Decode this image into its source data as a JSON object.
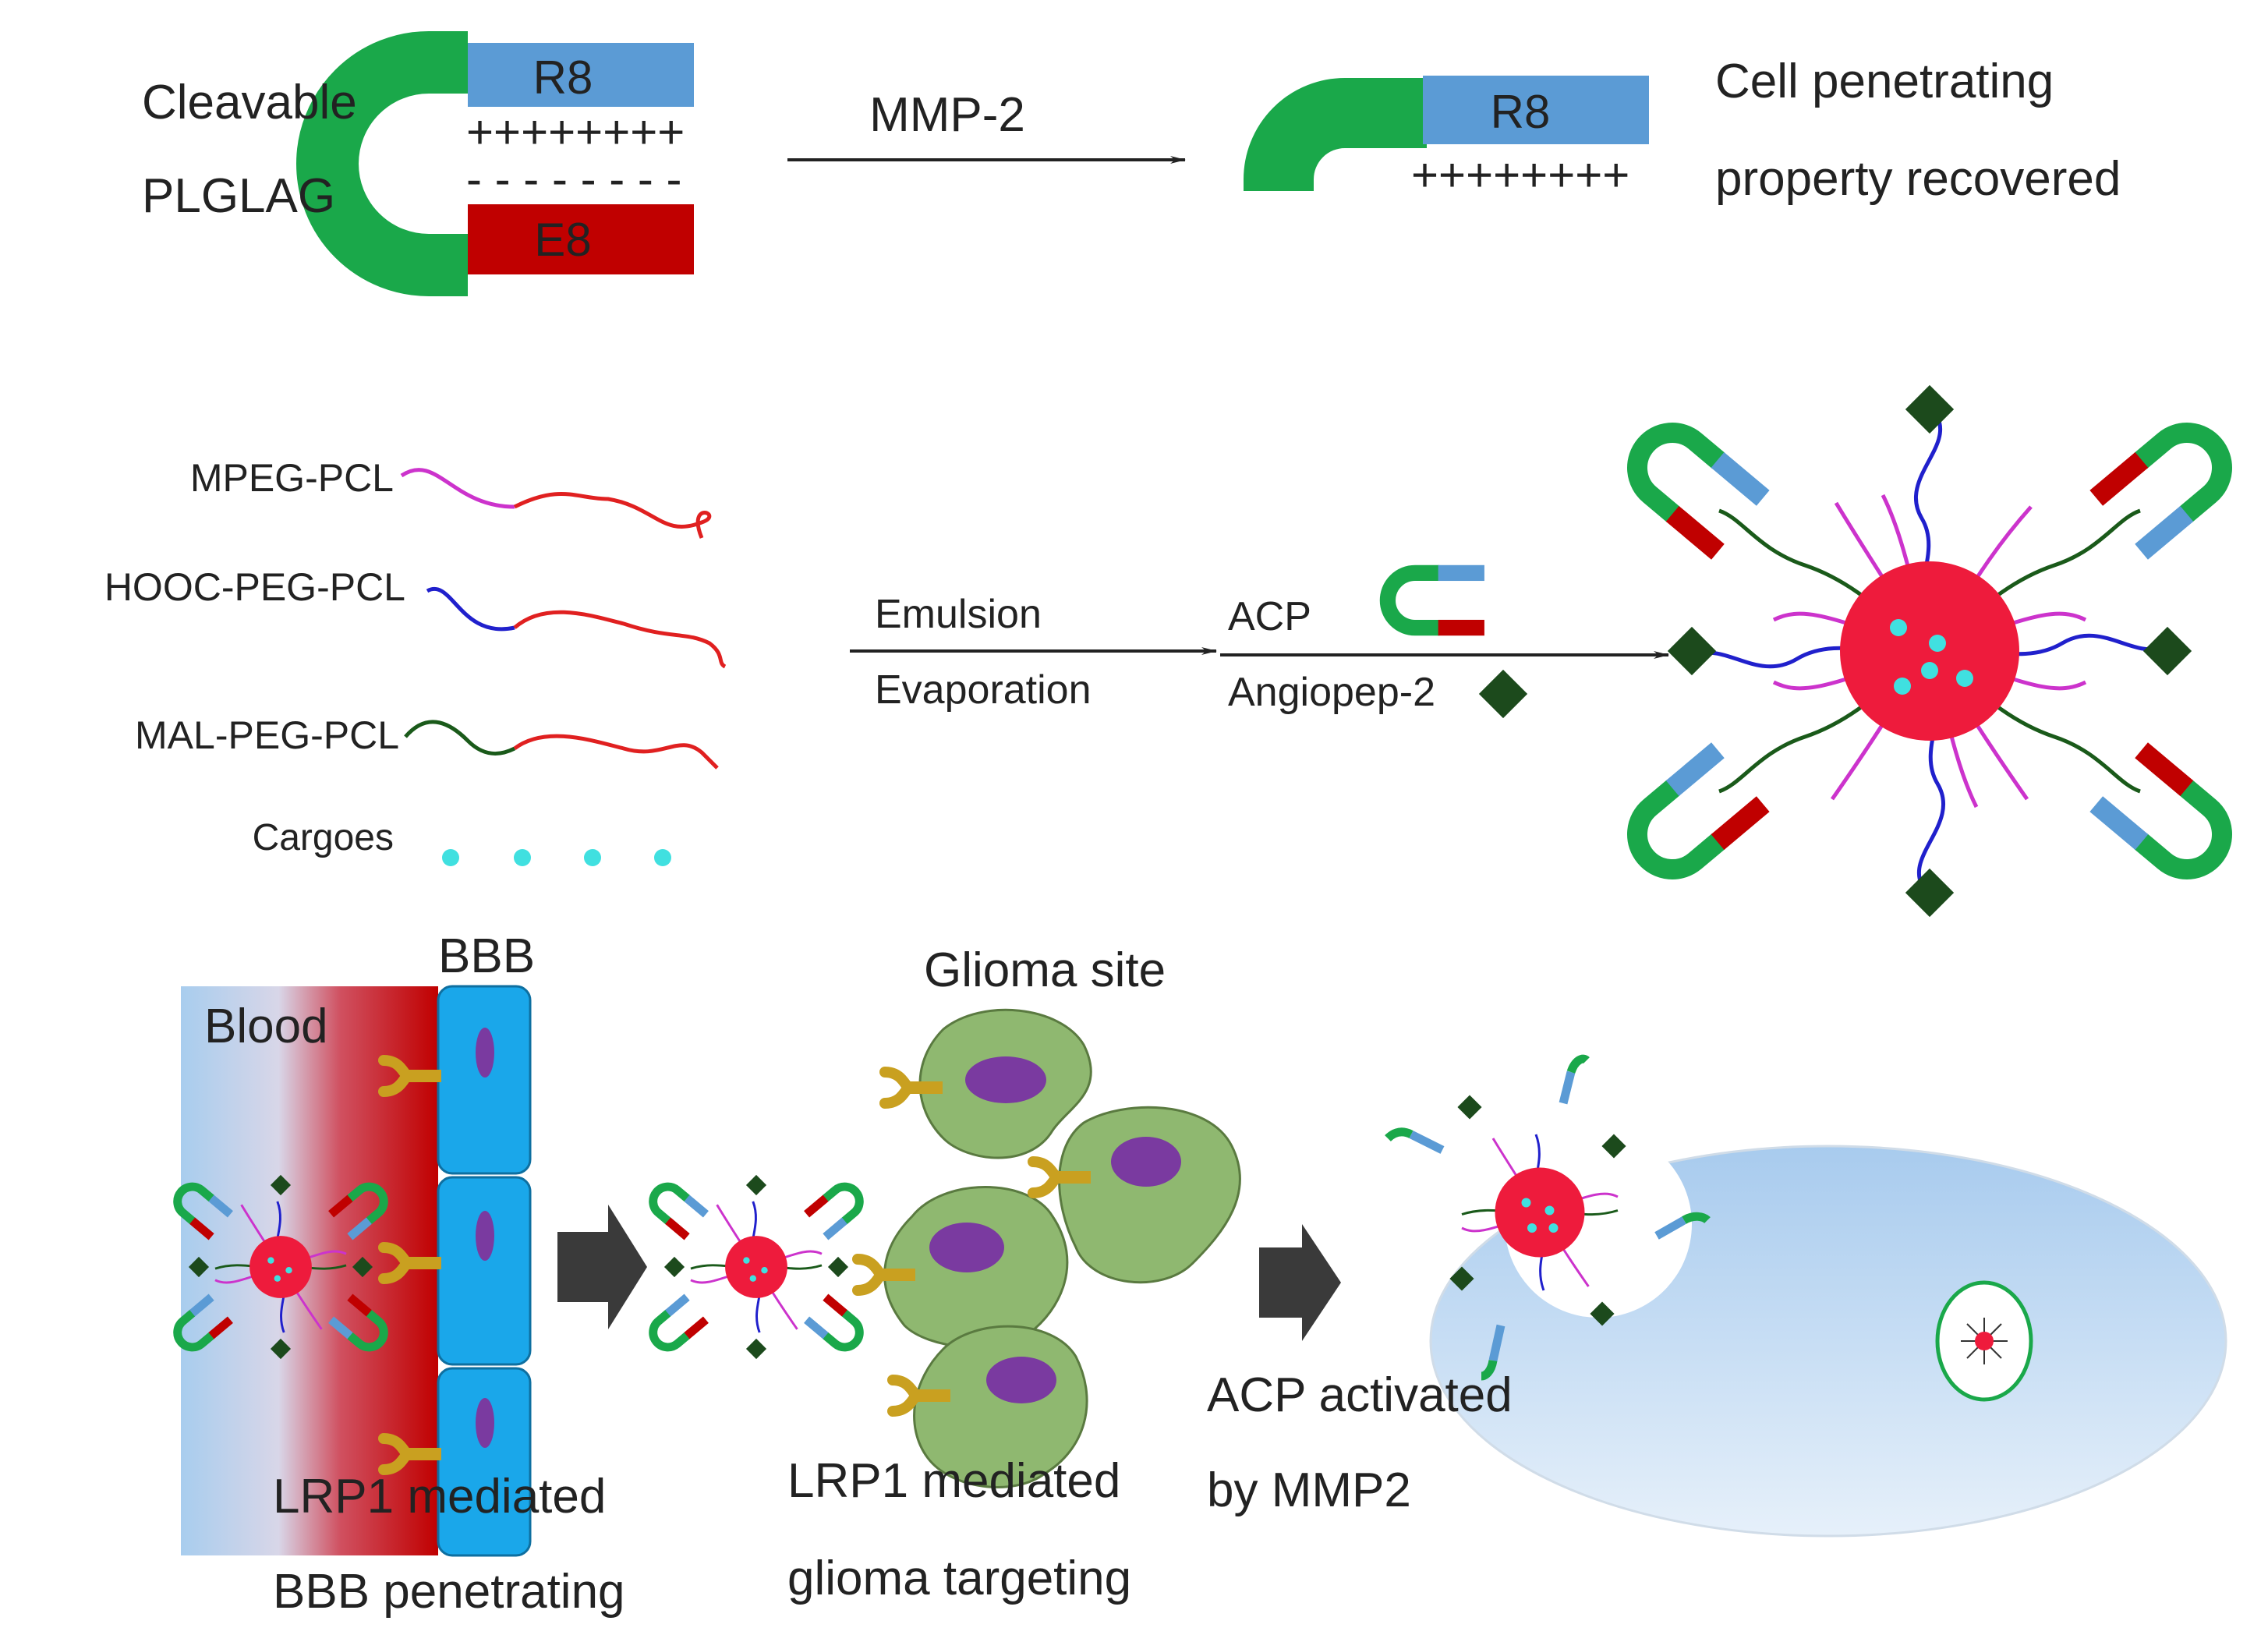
{
  "top": {
    "cleavable_label": "Cleavable",
    "plglag_label": "PLGLAG",
    "r8_label": "R8",
    "e8_label": "E8",
    "plus_charges": "++++++++",
    "minus_charges": "- - - - - - - -",
    "enzyme_label": "MMP-2",
    "recovered_r8_label": "R8",
    "recovered_plus": "++++++++",
    "result_line1": "Cell penetrating",
    "result_line2": "property recovered"
  },
  "middle": {
    "polymers": [
      "MPEG-PCL",
      "HOOC-PEG-PCL",
      "MAL-PEG-PCL"
    ],
    "cargoes_label": "Cargoes",
    "step1_line1": "Emulsion",
    "step1_line2": "Evaporation",
    "acp_label": "ACP",
    "angiopep_label": "Angiopep-2"
  },
  "bottom": {
    "bbb_label": "BBB",
    "blood_label": "Blood",
    "glioma_label": "Glioma site",
    "bbb_caption_line1": "LRP1 mediated",
    "bbb_caption_line2": "BBB penetrating",
    "glioma_caption_line1": "LRP1 mediated",
    "glioma_caption_line2": "glioma targeting",
    "acp_caption_line1": "ACP activated",
    "acp_caption_line2": "by MMP2"
  },
  "colors": {
    "green_clip": "#1aa84a",
    "r8_blue": "#5b9bd5",
    "e8_red": "#c00000",
    "core_red": "#ee1b3c",
    "cargo_cyan": "#40e0e0",
    "angiopep_dark": "#1c4a1c",
    "bbb_cell": "#1aa7ea",
    "receptor": "#c9a020",
    "glioma_cell": "#8fb870",
    "nucleus": "#7a3aa0",
    "tumor_cell": "#bcd8f2"
  }
}
